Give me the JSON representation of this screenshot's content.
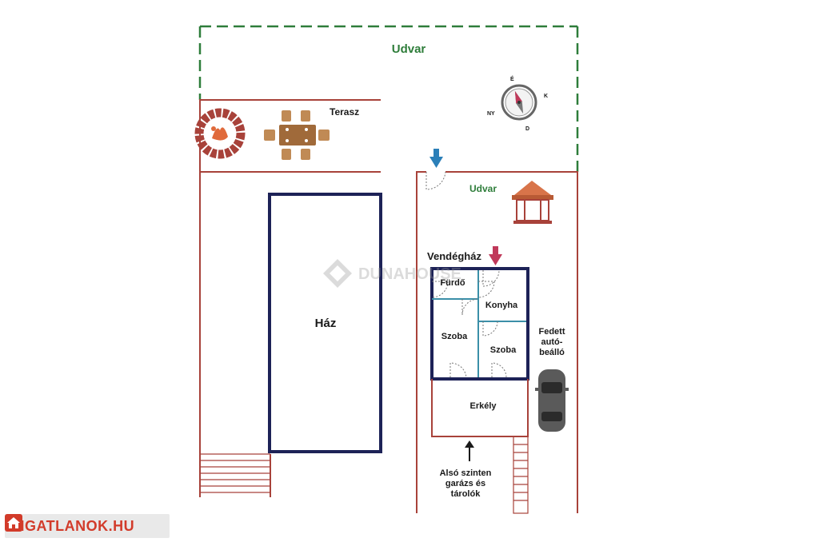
{
  "labels": {
    "udvar_top": "Udvar",
    "terasz": "Terasz",
    "udvar_right": "Udvar",
    "vendeghaz": "Vendégház",
    "haz": "Ház",
    "furdo": "Fürdő",
    "konyha": "Konyha",
    "szoba_left": "Szoba",
    "szoba_right": "Szoba",
    "erkely": "Erkély",
    "fedett_1": "Fedett",
    "fedett_2": "autó-",
    "fedett_3": "beálló",
    "also_1": "Alsó szinten",
    "also_2": "garázs és",
    "also_3": "tárolók"
  },
  "compass": {
    "north": "É",
    "east": "K",
    "south": "D",
    "west": "NY"
  },
  "watermark": "DUNAHOUSE",
  "brand": {
    "text": "INGATLANOK.HU"
  },
  "icons": [
    "compass-icon",
    "fire-pit-icon",
    "dining-table-icon",
    "gazebo-icon",
    "car-icon",
    "entrance-arrow-icon",
    "guesthouse-entrance-arrow-icon",
    "up-arrow-icon",
    "house-logo-icon"
  ],
  "colors": {
    "wall": "#a8423a",
    "guesthouse_wall": "#1d2257",
    "yard_boundary": "#2e7d3a",
    "inner_wall": "#3b8fa8",
    "entrance_arrow": "#2b7fb8",
    "guest_arrow": "#c0395a",
    "brand_red": "#d23b2a"
  }
}
